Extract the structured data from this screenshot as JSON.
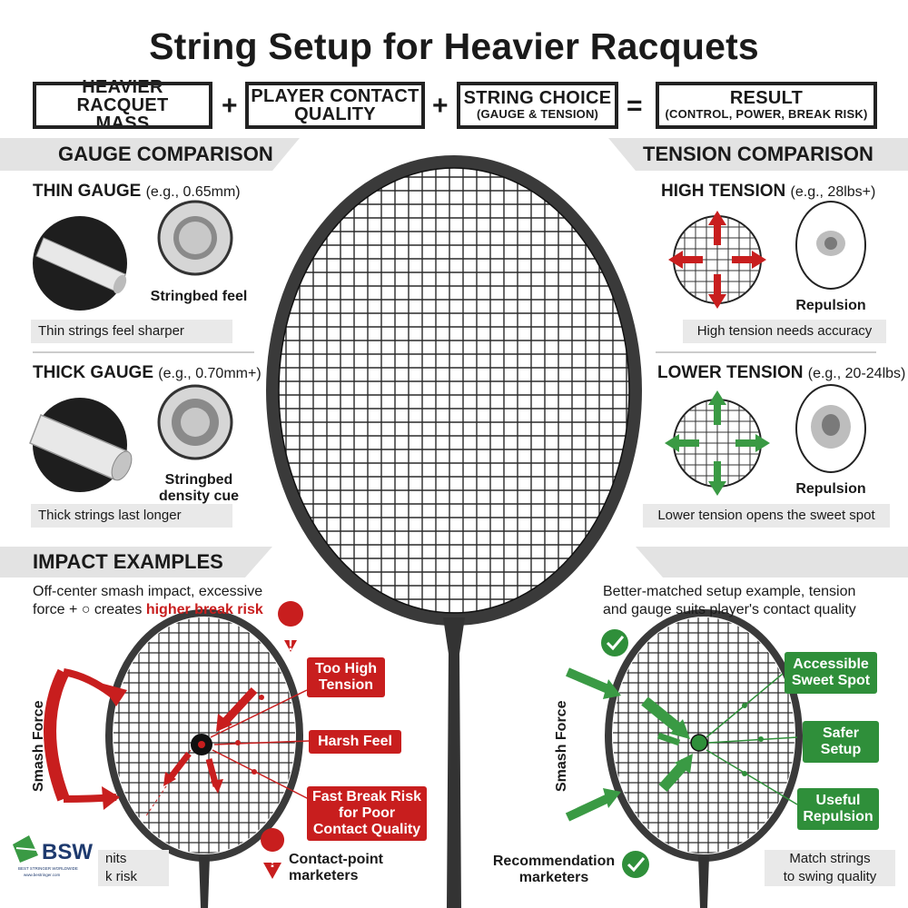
{
  "title": "String Setup for Heavier Racquets",
  "equation": {
    "term1_line1": "HEAVIER RACQUET",
    "term1_line2": "MASS",
    "plus1": "+",
    "term2_line1": "PLAYER CONTACT",
    "term2_line2": "QUALITY",
    "plus2": "+",
    "term3_line1": "STRING CHOICE",
    "term3_line2": "(GAUGE & TENSION)",
    "equals": "=",
    "term4_line1": "RESULT",
    "term4_line2": "(CONTROL, POWER, BREAK RISK)"
  },
  "gauge": {
    "header": "GAUGE COMPARISON",
    "thin_title": "THIN GAUGE",
    "thin_example": "(e.g., 0.65mm)",
    "thin_label": "Stringbed feel",
    "thin_caption": "Thin strings feel sharper",
    "thick_title": "THICK GAUGE",
    "thick_example": "(e.g., 0.70mm+)",
    "thick_label_line1": "Stringbed",
    "thick_label_line2": "density cue",
    "thick_caption": "Thick strings last longer"
  },
  "tension": {
    "header": "TENSION COMPARISON",
    "high_title": "HIGH TENSION",
    "high_example": "(e.g., 28lbs+)",
    "high_label": "Repulsion",
    "high_caption": "High tension needs accuracy",
    "low_title": "LOWER TENSION",
    "low_example": "(e.g., 20-24lbs)",
    "low_label": "Repulsion",
    "low_caption": "Lower tension opens the sweet spot"
  },
  "impact": {
    "header": "IMPACT EXAMPLES",
    "left_desc_line1": "Off-center smash impact, excessive",
    "left_desc_line2_a": "force + ○ creates ",
    "left_desc_line2_b": "higher break risk",
    "left_force": "Smash Force",
    "tag_tension_line1": "Too High",
    "tag_tension_line2": "Tension",
    "tag_harsh": "Harsh Feel",
    "tag_break_line1": "Fast Break Risk",
    "tag_break_line2": "for Poor",
    "tag_break_line3": "Contact Quality",
    "left_bottom_line1": "Contact-point",
    "left_bottom_line2": "marketers",
    "left_cut_line1": "nits",
    "left_cut_line2": "k risk",
    "right_desc_line1": "Better-matched setup example, tension",
    "right_desc_line2": "and gauge suits player's contact quality",
    "right_force": "Smash Force",
    "tag_sweet_line1": "Accessible",
    "tag_sweet_line2": "Sweet Spot",
    "tag_safer_line1": "Safer",
    "tag_safer_line2": "Setup",
    "tag_useful_line1": "Useful",
    "tag_useful_line2": "Repulsion",
    "right_bottom_line1": "Recommendation",
    "right_bottom_line2": "marketers",
    "right_match_line1": "Match strings",
    "right_match_line2": "to swing quality"
  },
  "logo": {
    "text": "BSW",
    "small": "BEST STRINGER WORLDWIDE",
    "url": "www.bestringer.com"
  },
  "colors": {
    "red": "#c81e1e",
    "green": "#2f8f3a",
    "band": "#e3e3e3",
    "frame": "#3a3a3a",
    "navy": "#1e3a6e"
  }
}
